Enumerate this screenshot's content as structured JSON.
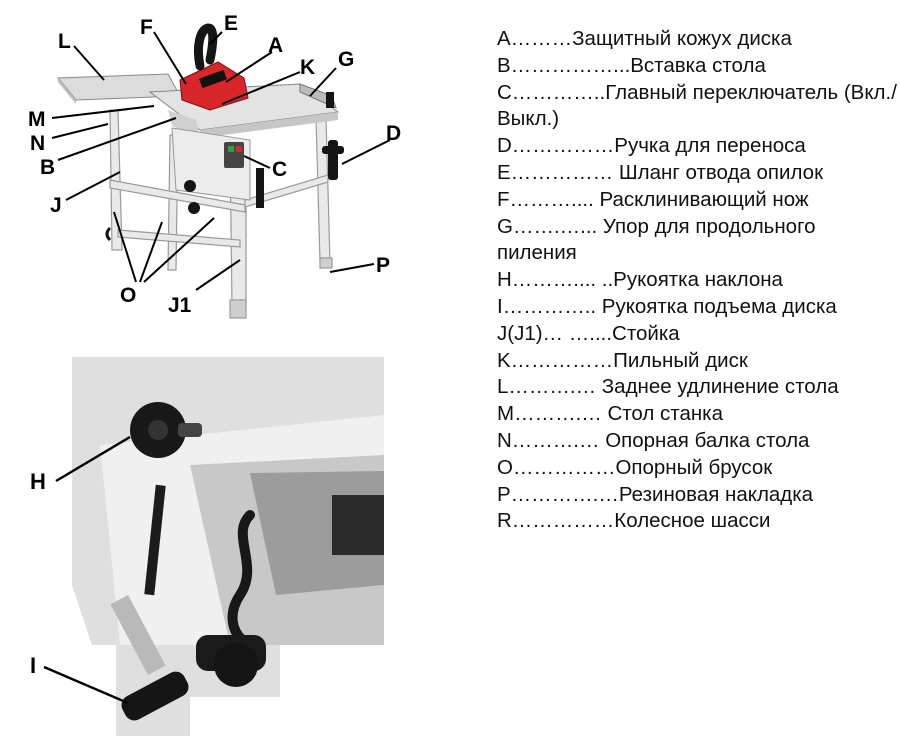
{
  "legend": [
    {
      "text": "A………Защитный кожух диска"
    },
    {
      "text": "B……………...Вставка стола"
    },
    {
      "text": "C…………..Главный переключатель (Вкл./Выкл.)"
    },
    {
      "text": "D……………Ручка для переноса"
    },
    {
      "text": "E…………… Шланг отвода опилок"
    },
    {
      "text": "F……….... Расклинивающий нож"
    },
    {
      "text": "G…….…... Упор для продольного пиления"
    },
    {
      "text": "H……….... ..Рукоятка наклона"
    },
    {
      "text": "I………….. Рукоятка подъема диска"
    },
    {
      "text": "J(J1)… …....Стойка"
    },
    {
      "text": "K……………Пильный диск"
    },
    {
      "text": "L……….… Заднее удлинение стола"
    },
    {
      "text": "M……….… Стол станка"
    },
    {
      "text": "N……….… Опорная балка стола"
    },
    {
      "text": "O……………Опорный брусок"
    },
    {
      "text": "P………….…Резиновая накладка"
    },
    {
      "text": "R……………Колесное шасси"
    }
  ],
  "diagram_labels": {
    "L": "L",
    "F": "F",
    "E": "E",
    "A": "A",
    "K": "K",
    "G": "G",
    "M": "M",
    "N": "N",
    "B": "B",
    "J": "J",
    "C": "C",
    "D": "D",
    "O": "O",
    "J1": "J1",
    "P": "P"
  },
  "photo_labels": {
    "H": "H",
    "I": "I"
  },
  "colors": {
    "guard_red": "#d8262a",
    "machine_grey": "#e6e6e6",
    "frame_grey": "#d2d2d2",
    "handle_black": "#151515"
  }
}
